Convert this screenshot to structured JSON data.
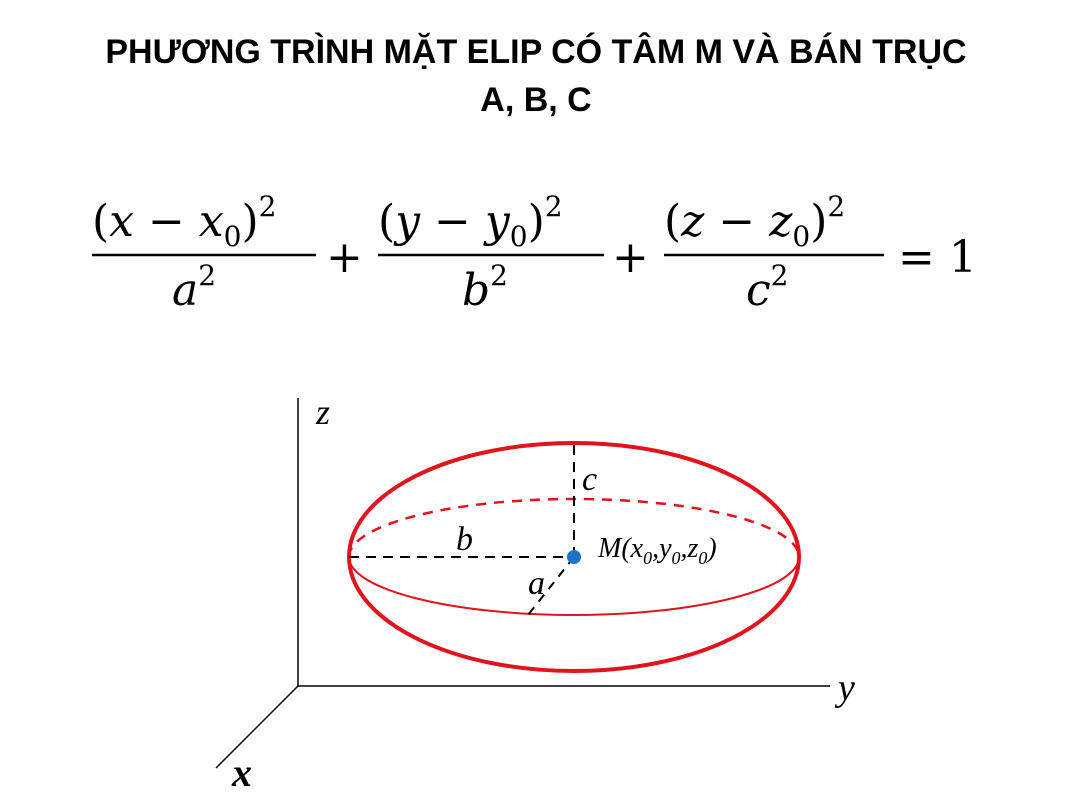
{
  "title": {
    "line1": "PHƯƠNG TRÌNH MẶT ELIP CÓ TÂM M VÀ BÁN TRỤC",
    "line2": "A, B, C"
  },
  "equation": {
    "term1_num": "(x − x0)2",
    "term1_den": "a2",
    "plus": "+",
    "term2_num": "(y − y0)2",
    "term2_den": "b2",
    "term3_num": "(z − z0)2",
    "term3_den": "c2",
    "equals": "= 1"
  },
  "diagram": {
    "axis_z": "z",
    "axis_y": "y",
    "axis_x": "x",
    "label_a": "a",
    "label_b": "b",
    "label_c": "c",
    "center_label": "M(x0,y0,z0)",
    "ellipse_color": "#e0141c",
    "center_color": "#1e73c8"
  }
}
